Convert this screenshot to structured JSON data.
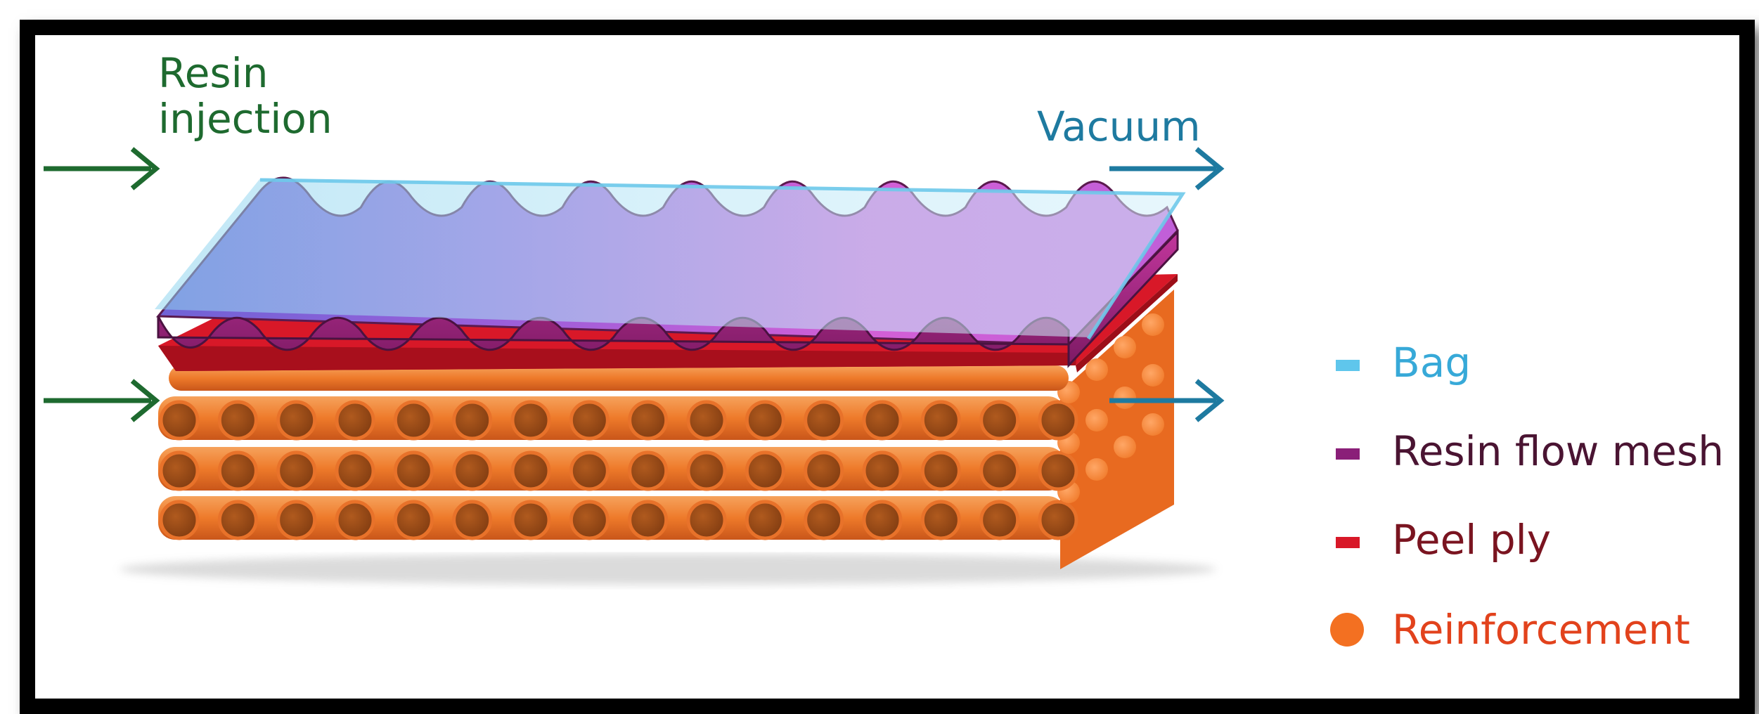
{
  "resin_label_line1": "Resin",
  "resin_label_line2": "injection",
  "vacuum_label": "Vacuum",
  "legend": [
    {
      "label": "Bag",
      "color": "#5fc6ec",
      "swatch": "dash"
    },
    {
      "label": "Resin flow mesh",
      "color": "#8a1f78",
      "swatch": "dash"
    },
    {
      "label": "Peel ply",
      "color": "#d81828",
      "swatch": "dash"
    },
    {
      "label": "Reinforcement",
      "color": "#f37021",
      "swatch": "dot"
    }
  ],
  "colors": {
    "resin_text": "#1e6a2f",
    "vacuum_text": "#1e7aa0",
    "legend_text_bag": "#37a9d8",
    "legend_text_mesh": "#4a1432",
    "legend_text_peel": "#7a1420",
    "legend_text_reinf": "#e2421c"
  }
}
